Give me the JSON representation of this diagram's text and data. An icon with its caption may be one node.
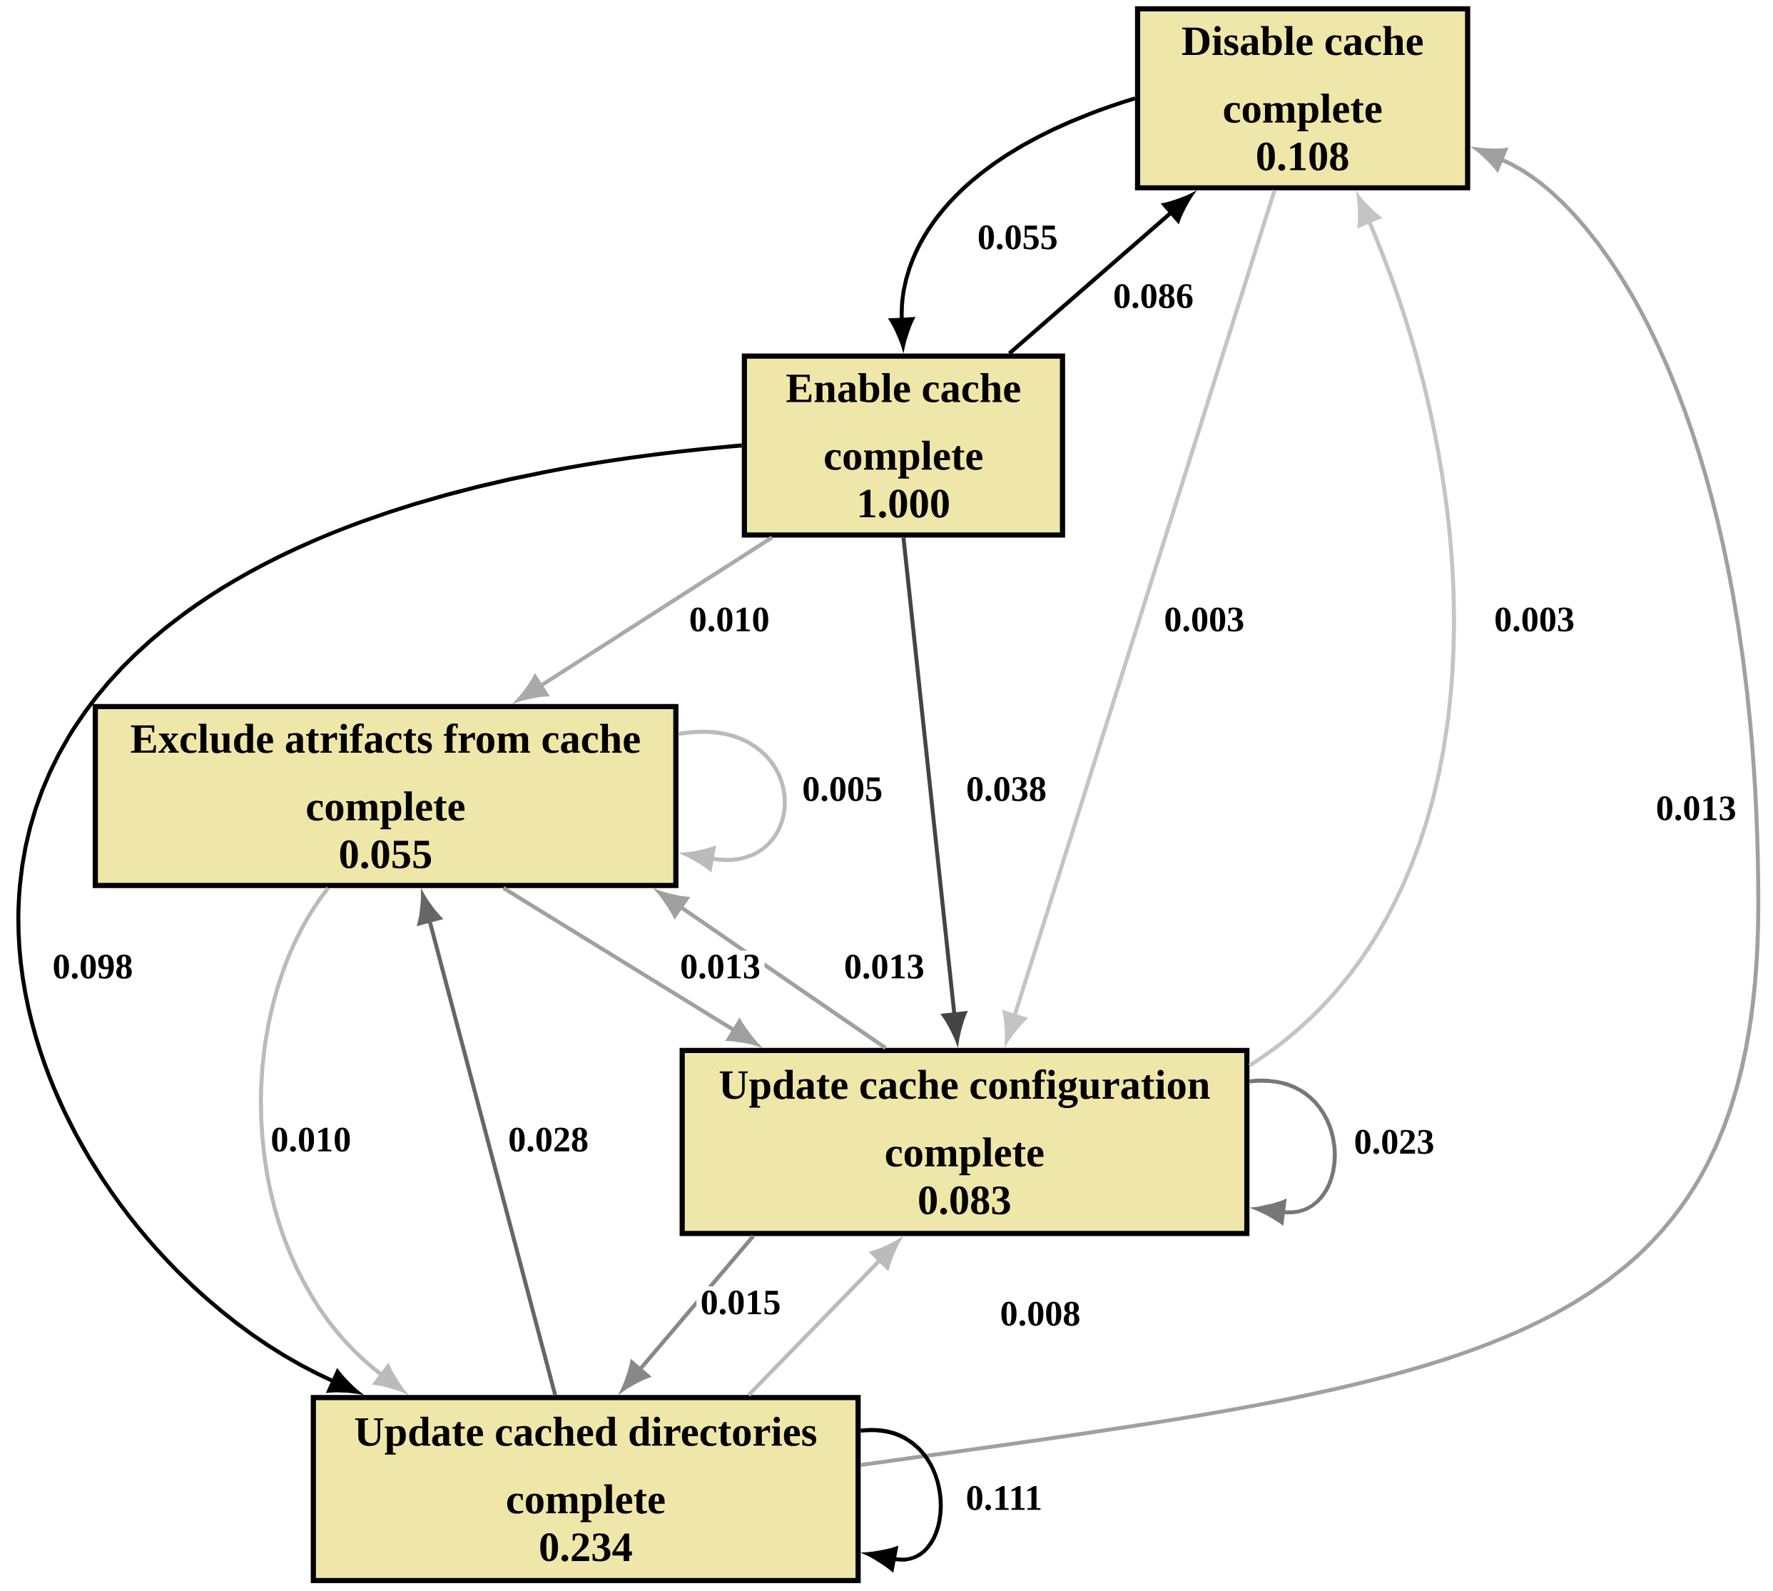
{
  "diagram": {
    "nodes": [
      {
        "text": [
          "Disable cache",
          "complete",
          "0.108"
        ]
      },
      {
        "text": [
          "Enable cache",
          "complete",
          "1.000"
        ]
      },
      {
        "text": [
          "Exclude atrifacts from cache",
          "complete",
          "0.055"
        ]
      },
      {
        "text": [
          "Update cache configuration",
          "complete",
          "0.083"
        ]
      },
      {
        "text": [
          "Update cached directories",
          "complete",
          "0.234"
        ]
      }
    ],
    "edges": [
      {
        "from": 0,
        "to": 1,
        "arrow": "to",
        "label": "0.055",
        "color": "#000000"
      },
      {
        "from": 1,
        "to": 0,
        "arrow": "to",
        "label": "0.086",
        "color": "#000000"
      },
      {
        "from": 1,
        "to": 2,
        "arrow": "to",
        "label": "0.010",
        "color": "#aaaaaa"
      },
      {
        "from": 1,
        "to": 3,
        "arrow": "to",
        "label": "0.038",
        "color": "#444444"
      },
      {
        "from": 0,
        "to": 3,
        "arrow": "to",
        "label": "0.003",
        "color": "#c4c4c4"
      },
      {
        "from": 3,
        "to": 0,
        "arrow": "to",
        "label": "0.003",
        "color": "#c4c4c4"
      },
      {
        "from": 4,
        "to": 0,
        "arrow": "to",
        "label": "0.013",
        "color": "#a0a0a0"
      },
      {
        "from": 2,
        "to": 2,
        "arrow": "to",
        "label": "0.005",
        "color": "#bbbbbb"
      },
      {
        "from": 2,
        "to": 3,
        "arrow": "to",
        "label": "0.013",
        "color": "#a0a0a0"
      },
      {
        "from": 3,
        "to": 2,
        "arrow": "to",
        "label": "0.013",
        "color": "#a0a0a0"
      },
      {
        "from": 1,
        "to": 4,
        "arrow": "to",
        "label": "0.098",
        "color": "#000000"
      },
      {
        "from": 2,
        "to": 4,
        "arrow": "to",
        "label": "0.010",
        "color": "#bbbbbb"
      },
      {
        "from": 4,
        "to": 2,
        "arrow": "to",
        "label": "0.028",
        "color": "#666666"
      },
      {
        "from": 3,
        "to": 3,
        "arrow": "to",
        "label": "0.023",
        "color": "#777777"
      },
      {
        "from": 3,
        "to": 4,
        "arrow": "to",
        "label": "0.015",
        "color": "#888888"
      },
      {
        "from": 4,
        "to": 3,
        "arrow": "to",
        "label": "0.008",
        "color": "#bbbbbb"
      },
      {
        "from": 4,
        "to": 4,
        "arrow": "to",
        "label": "0.111",
        "color": "#000000"
      }
    ]
  }
}
